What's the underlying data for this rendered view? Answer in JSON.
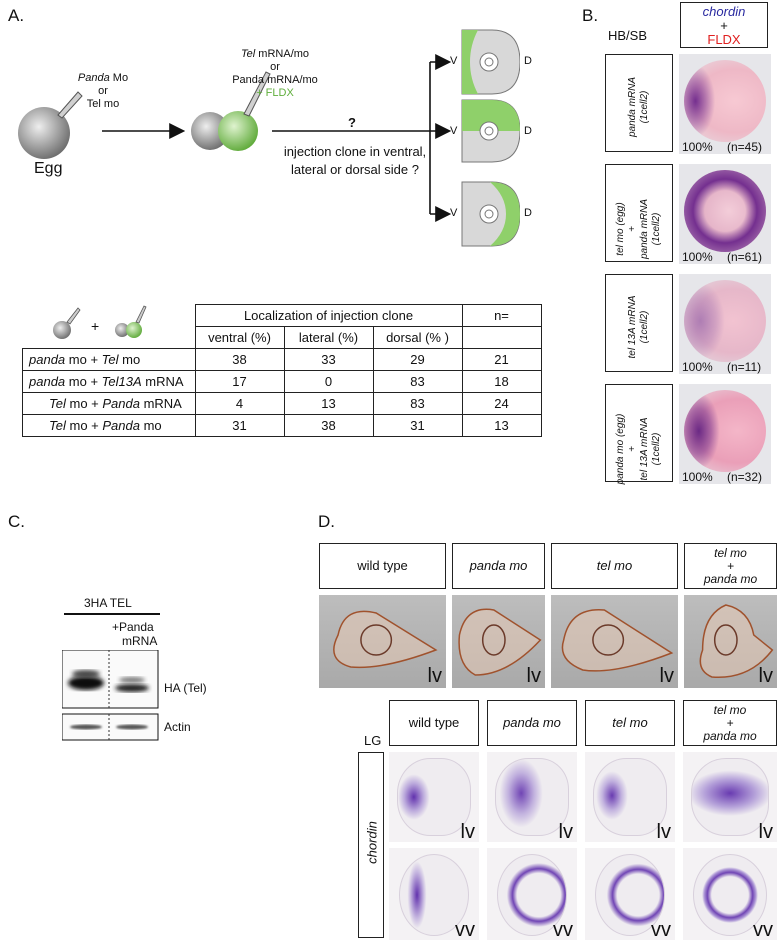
{
  "panelA": {
    "label": "A.",
    "egg_injection": {
      "line1_italic": "Panda",
      "line1_rest": " Mo",
      "line2": "or",
      "line3": "Tel mo"
    },
    "egg_label": "Egg",
    "embryo_injection": {
      "line1_italic": "Tel",
      "line1_rest": " mRNA/mo",
      "line2": "or",
      "line3": "Panda mRNA/mo",
      "line4": "+ FLDX"
    },
    "question_mark": "?",
    "question_line1": "injection clone in ventral,",
    "question_line2": "lateral or dorsal side ?",
    "v_label": "V",
    "d_label": "D",
    "table": {
      "plus": "+",
      "header_group": "Localization of injection clone",
      "header_n": "n=",
      "columns": [
        "ventral (%)",
        "lateral (%)",
        "dorsal (% )"
      ],
      "rows": [
        {
          "i1": "panda",
          "t1": " mo + ",
          "i2": "Tel",
          "t2": " mo",
          "ventral": "38",
          "lateral": "33",
          "dorsal": "29",
          "n": "21"
        },
        {
          "i1": "panda",
          "t1": " mo + ",
          "i2": "Tel13A",
          "t2": " mRNA",
          "ventral": "17",
          "lateral": "0",
          "dorsal": "83",
          "n": "18"
        },
        {
          "i1": "Tel",
          "t1": " mo + ",
          "i2": "Panda",
          "t2": " mRNA",
          "ventral": "4",
          "lateral": "13",
          "dorsal": "83",
          "n": "24"
        },
        {
          "i1": "Tel",
          "t1": " mo  + ",
          "i2": "Panda",
          "t2": " mo",
          "ventral": "31",
          "lateral": "38",
          "dorsal": "31",
          "n": "13"
        }
      ]
    },
    "colors": {
      "clone_green": "#8fd06a",
      "embryo_grey": "#bdbdbd"
    }
  },
  "panelB": {
    "label": "B.",
    "hbsb": "HB/SB",
    "header_top": "chordin",
    "header_plus": "+",
    "header_bottom": "FLDX",
    "rows": [
      {
        "line1": "",
        "line2": "panda mRNA",
        "line3": "(1cell2)",
        "percent": "100%",
        "n": "(n=45)"
      },
      {
        "line1": "tel mo (egg)",
        "plus": "+",
        "line2": "panda mRNA",
        "line3": "(1cell2)",
        "percent": "100%",
        "n": "(n=61)"
      },
      {
        "line1": "",
        "line2": "tel 13A mRNA",
        "line3": "(1cell2)",
        "percent": "100%",
        "n": "(n=11)"
      },
      {
        "line1": "panda mo (egg)",
        "plus": "+",
        "line2": "tel 13A mRNA",
        "line3": "(1cell2)",
        "percent": "100%",
        "n": "(n=32)"
      }
    ]
  },
  "panelC": {
    "label": "C.",
    "header": "3HA TEL",
    "lane2_line1": "+Panda",
    "lane2_line2": "mRNA",
    "band1": "HA (Tel)",
    "band2": "Actin"
  },
  "panelD": {
    "label": "D.",
    "top_headers": [
      {
        "text": "wild type",
        "italic": false
      },
      {
        "text": "panda mo",
        "italic": true
      },
      {
        "text": "tel mo",
        "italic": true
      },
      {
        "text": "tel mo",
        "plus": "+",
        "text2": "panda mo",
        "italic": true
      }
    ],
    "top_views": [
      "lv",
      "lv",
      "lv",
      "lv"
    ],
    "lg": "LG",
    "bottom_headers": [
      {
        "text": "wild type",
        "italic": false
      },
      {
        "text": "panda mo",
        "italic": true
      },
      {
        "text": "tel mo",
        "italic": true
      },
      {
        "text": "tel mo",
        "plus": "+",
        "text2": "panda mo",
        "italic": true
      }
    ],
    "side_label": "chordin",
    "lv_views": [
      "lv",
      "lv",
      "lv",
      "lv"
    ],
    "vv_views": [
      "vv",
      "vv",
      "vv",
      "vv"
    ]
  }
}
